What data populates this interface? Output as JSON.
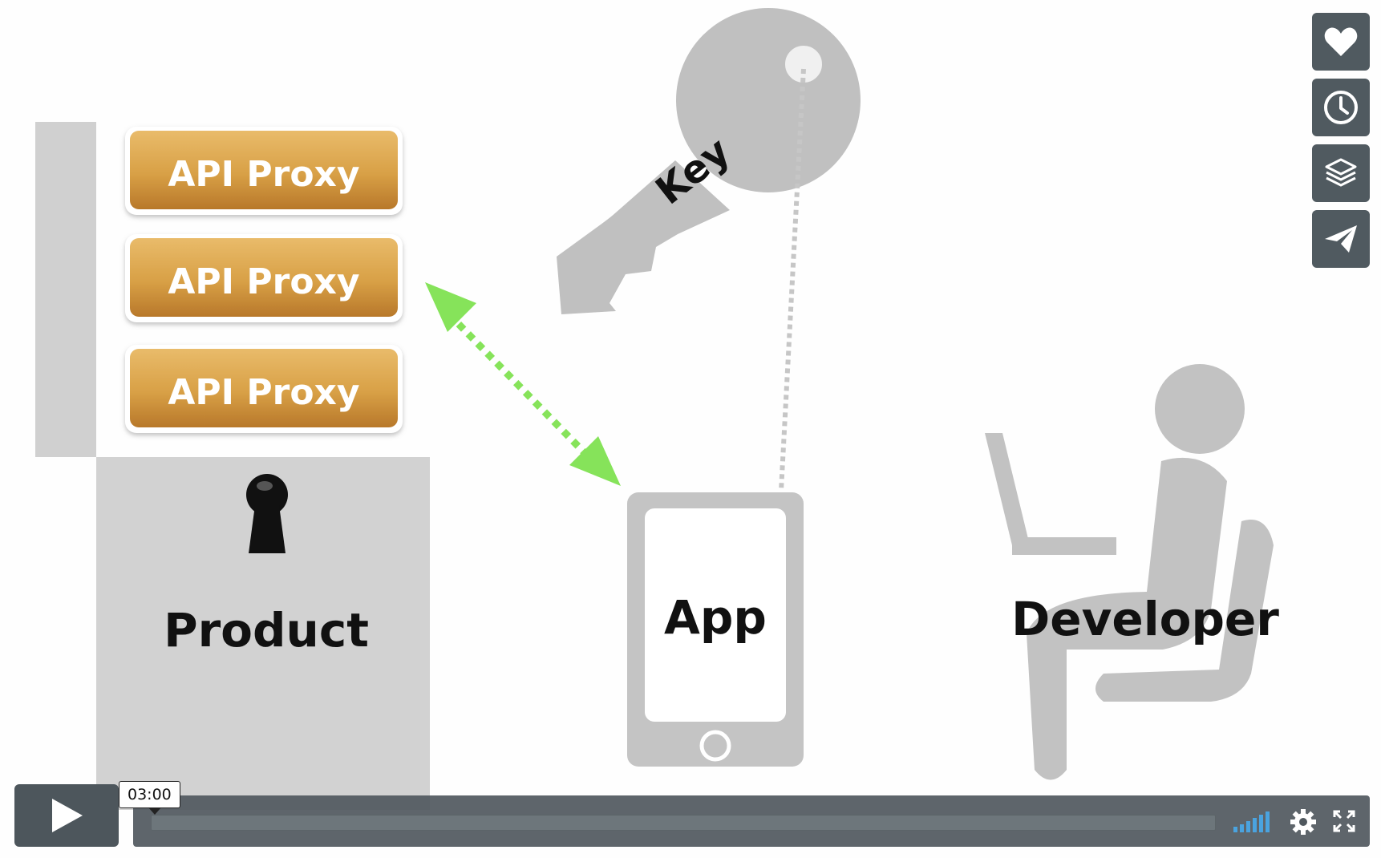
{
  "scene": {
    "proxy_labels": [
      "API Proxy",
      "API Proxy",
      "API Proxy"
    ],
    "product_label": "Product",
    "key_label": "Key",
    "app_label": "App",
    "developer_label": "Developer",
    "colors": {
      "proxy_fill": "#d69a3a",
      "arrow": "#86e35a",
      "gray": "#c2c2c2",
      "light_gray": "#d2d2d2"
    }
  },
  "side_actions": [
    {
      "name": "like",
      "icon": "heart-icon"
    },
    {
      "name": "watch-later",
      "icon": "clock-icon"
    },
    {
      "name": "collections",
      "icon": "layers-icon"
    },
    {
      "name": "share",
      "icon": "paper-plane-icon"
    }
  ],
  "player": {
    "time_tooltip": "03:00",
    "play_icon": "play-icon",
    "progress": 0.0,
    "volume_icon": "volume-bars-icon",
    "settings_icon": "gear-icon",
    "fullscreen_icon": "fullscreen-icon"
  }
}
